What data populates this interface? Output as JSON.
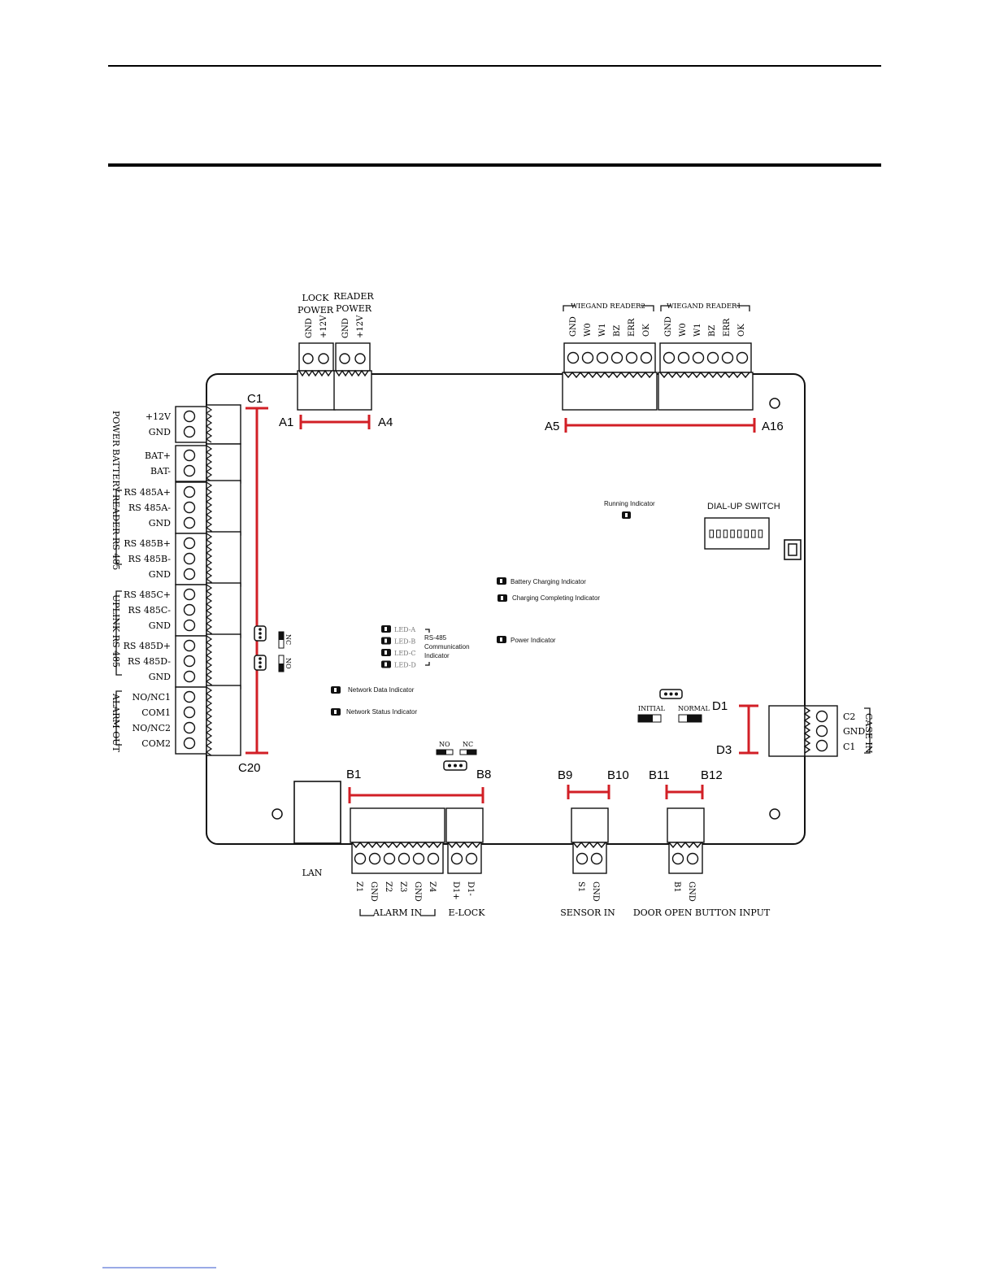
{
  "power_labels": {
    "lock_power": [
      "LOCK",
      "POWER"
    ],
    "reader_power": [
      "READER",
      "POWER"
    ],
    "lock_pins": [
      "GND",
      "+12V"
    ],
    "reader_pins": [
      "GND",
      "+12V"
    ]
  },
  "wiegand": {
    "reader2_title": "WIEGAND READER2",
    "reader1_title": "WIEGAND READER1",
    "reader2_pins": [
      "GND",
      "W0",
      "W1",
      "BZ",
      "ERR",
      "OK"
    ],
    "reader1_pins": [
      "GND",
      "W0",
      "W1",
      "BZ",
      "ERR",
      "OK"
    ]
  },
  "callouts": {
    "a1": "A1",
    "a4": "A4",
    "a5": "A5",
    "a16": "A16",
    "c1": "C1",
    "c20": "C20",
    "b1": "B1",
    "b8": "B8",
    "b9": "B9",
    "b10": "B10",
    "b11": "B11",
    "b12": "B12",
    "d1": "D1",
    "d3": "D3"
  },
  "left_terminals": {
    "pins": [
      "+12V",
      "GND",
      "BAT+",
      "BAT-",
      "RS 485A+",
      "RS 485A-",
      "GND",
      "RS 485B+",
      "RS 485B-",
      "GND",
      "RS 485C+",
      "RS 485C-",
      "GND",
      "RS 485D+",
      "RS 485D-",
      "GND",
      "NO/NC1",
      "COM1",
      "NO/NC2",
      "COM2"
    ],
    "groups": [
      "POWER",
      "BATTERY",
      "READER RS 485",
      "UPLINK RS 485",
      "ALARM OUT"
    ]
  },
  "indicators": {
    "running": "Running Indicator",
    "dial_switch": "DIAL-UP SWITCH",
    "battery_charging": "Battery Charging Indicator",
    "charging_completing": "Charging Completing Indicator",
    "power": "Power Indicator",
    "network_data": "Network Data Indicator",
    "network_status": "Network Status Indicator",
    "leds": [
      "LED-A",
      "LED-B",
      "LED-C",
      "LED-D"
    ],
    "rs485_comm": [
      "RS-485",
      "Communication",
      "Indicator"
    ],
    "initial": "INITIAL",
    "normal": "NORMAL",
    "nc": "NC",
    "no": "NO"
  },
  "bottom": {
    "lan": "LAN",
    "alarm_pins": [
      "Z1",
      "GND",
      "Z2",
      "Z3",
      "GND",
      "Z4"
    ],
    "elock_pins": [
      "D1+",
      "D1-"
    ],
    "sensor_pins": [
      "S1",
      "GND"
    ],
    "button_pins": [
      "B1",
      "GND"
    ],
    "alarm_in": "ALARM IN",
    "e_lock": "E-LOCK",
    "sensor_in": "SENSOR IN",
    "door_open": "DOOR OPEN BUTTON INPUT"
  },
  "case_in": {
    "pins": [
      "C2",
      "GND",
      "C1"
    ],
    "title": "CASE IN"
  },
  "colors": {
    "callout_bar": "#d21f26",
    "ink": "#111111"
  }
}
